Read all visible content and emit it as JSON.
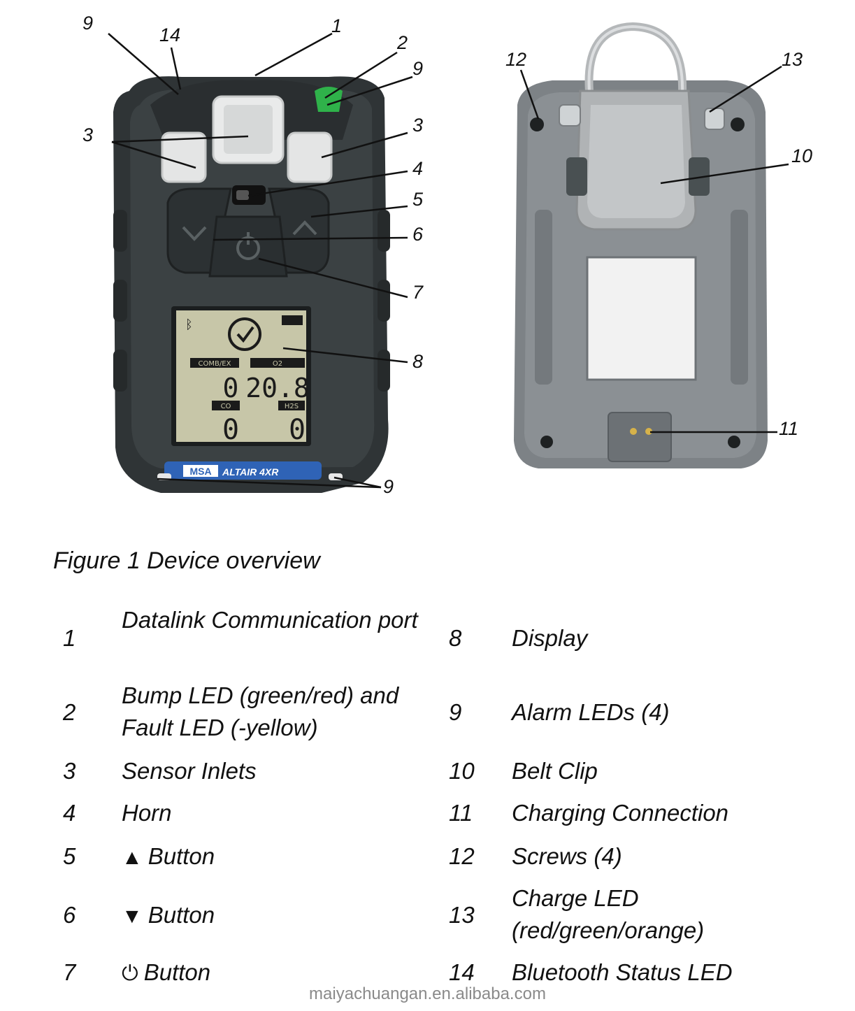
{
  "callouts": {
    "front": [
      {
        "text": "9",
        "id": "callout-9-top-left"
      },
      {
        "text": "14",
        "id": "callout-14"
      },
      {
        "text": "1",
        "id": "callout-1"
      },
      {
        "text": "2",
        "id": "callout-2"
      },
      {
        "text": "9",
        "id": "callout-9-top-right"
      },
      {
        "text": "3",
        "id": "callout-3-left"
      },
      {
        "text": "3",
        "id": "callout-3-right"
      },
      {
        "text": "4",
        "id": "callout-4"
      },
      {
        "text": "5",
        "id": "callout-5"
      },
      {
        "text": "6",
        "id": "callout-6"
      },
      {
        "text": "7",
        "id": "callout-7"
      },
      {
        "text": "8",
        "id": "callout-8"
      },
      {
        "text": "9",
        "id": "callout-9-bottom"
      }
    ],
    "back": [
      {
        "text": "12",
        "id": "callout-12"
      },
      {
        "text": "13",
        "id": "callout-13"
      },
      {
        "text": "10",
        "id": "callout-10"
      },
      {
        "text": "11",
        "id": "callout-11"
      }
    ]
  },
  "display": {
    "label_combex": "COMB/EX",
    "label_o2": "O2",
    "value_combex": "0",
    "value_o2": "20.8",
    "label_co": "CO",
    "label_h2s": "H2S",
    "value_co": "0",
    "value_h2s": "0"
  },
  "brand": {
    "msa": "MSA",
    "model": "ALTAIR 4XR"
  },
  "caption": "Figure 1 Device overview",
  "legend": {
    "rows": [
      {
        "left_num": "1",
        "left_label": "Datalink Communication port",
        "right_num": "8",
        "right_label": "Display"
      },
      {
        "left_num": "2",
        "left_label": "Bump LED (green/red) and Fault LED (-yellow)",
        "right_num": "9",
        "right_label": "Alarm LEDs (4)"
      },
      {
        "left_num": "3",
        "left_label": "Sensor Inlets",
        "right_num": "10",
        "right_label": "Belt Clip"
      },
      {
        "left_num": "4",
        "left_label": "Horn",
        "right_num": "11",
        "right_label": "Charging Connection"
      },
      {
        "left_num": "5",
        "left_glyph": "▲",
        "left_label": "Button",
        "right_num": "12",
        "right_label": "Screws (4)"
      },
      {
        "left_num": "6",
        "left_glyph": "▼",
        "left_label": "Button",
        "right_num": "13",
        "right_label": "Charge LED (red/green/orange)"
      },
      {
        "left_num": "7",
        "left_glyph": "⏻",
        "left_label": "Button",
        "right_num": "14",
        "right_label": "Bluetooth Status LED"
      }
    ]
  },
  "watermark": "maiyachuangan.en.alibaba.com"
}
